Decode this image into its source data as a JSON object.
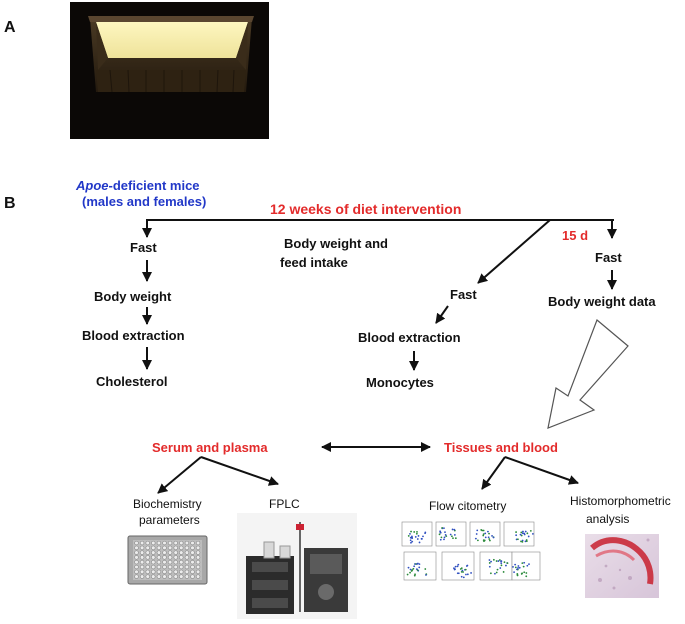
{
  "panels": {
    "a": "A",
    "b": "B"
  },
  "study": {
    "model_italic": "Apoe",
    "model_rest": "-deficient mice",
    "sex": "(males and females)"
  },
  "timeline": {
    "title": "12 weeks of diet intervention",
    "mid_label_1": "Body weight and",
    "mid_label_2": "feed intake",
    "extra_period": "15 d"
  },
  "left_branch": [
    "Fast",
    "Body weight",
    "Blood extraction",
    "Cholesterol"
  ],
  "middle_branch": [
    "Fast",
    "Blood extraction",
    "Monocytes"
  ],
  "right_branch": [
    "Fast",
    "Body weight data"
  ],
  "analysis": {
    "serum": "Serum and plasma",
    "tissues": "Tissues and blood",
    "serum_methods": [
      {
        "line1": "Biochemistry",
        "line2": "parameters"
      },
      {
        "line1": "FPLC",
        "line2": ""
      }
    ],
    "tissue_methods": [
      {
        "line1": "Flow citometry",
        "line2": ""
      },
      {
        "line1": "Histomorphometric",
        "line2": "analysis"
      }
    ]
  },
  "colors": {
    "red": "#e32b2b",
    "blue": "#2238c8",
    "black": "#111111"
  }
}
